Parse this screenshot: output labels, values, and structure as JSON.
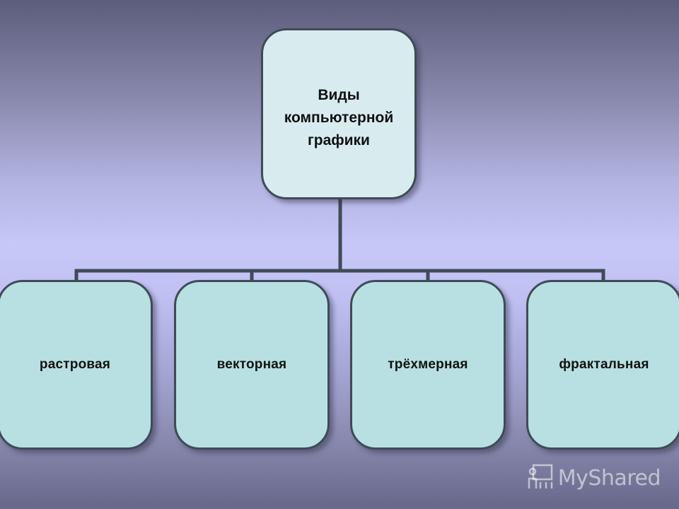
{
  "diagram": {
    "root": {
      "label": "Виды\nкомпьютерной\nграфики"
    },
    "children": [
      {
        "label": "растровая"
      },
      {
        "label": "векторная"
      },
      {
        "label": "трёхмерная"
      },
      {
        "label": "фрактальная"
      }
    ]
  },
  "colors": {
    "root_fill": "#d8ecf0",
    "child_fill": "#b8e0e2",
    "border": "#3f4b57",
    "connector": "#3f4b57"
  },
  "watermark": {
    "text": "MyShared",
    "icon": "teacher-at-board-icon"
  }
}
